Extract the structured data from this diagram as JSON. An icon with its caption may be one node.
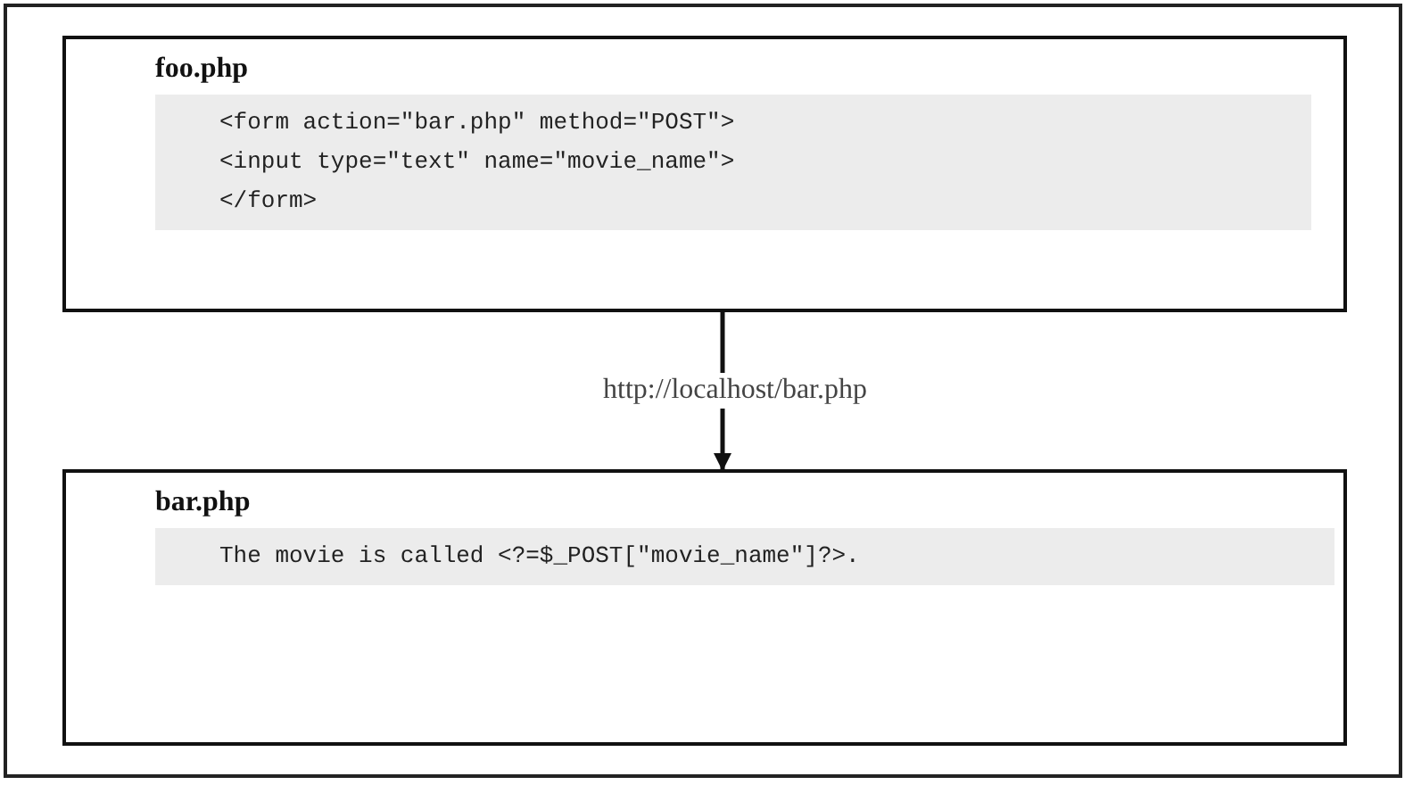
{
  "diagram": {
    "nodes": [
      {
        "text": [
          "foo.php",
          "<form action=\"bar.php\" method=\"POST\">",
          "<input type=\"text\" name=\"movie_name\">",
          "</form>"
        ]
      },
      {
        "text": [
          "bar.php",
          "The movie is called <?=$_POST[\"movie_name\"]?>."
        ]
      }
    ],
    "edges": [
      {
        "from": 0,
        "to": 1,
        "arrow": "to",
        "label": "http://localhost/bar.php"
      }
    ]
  }
}
